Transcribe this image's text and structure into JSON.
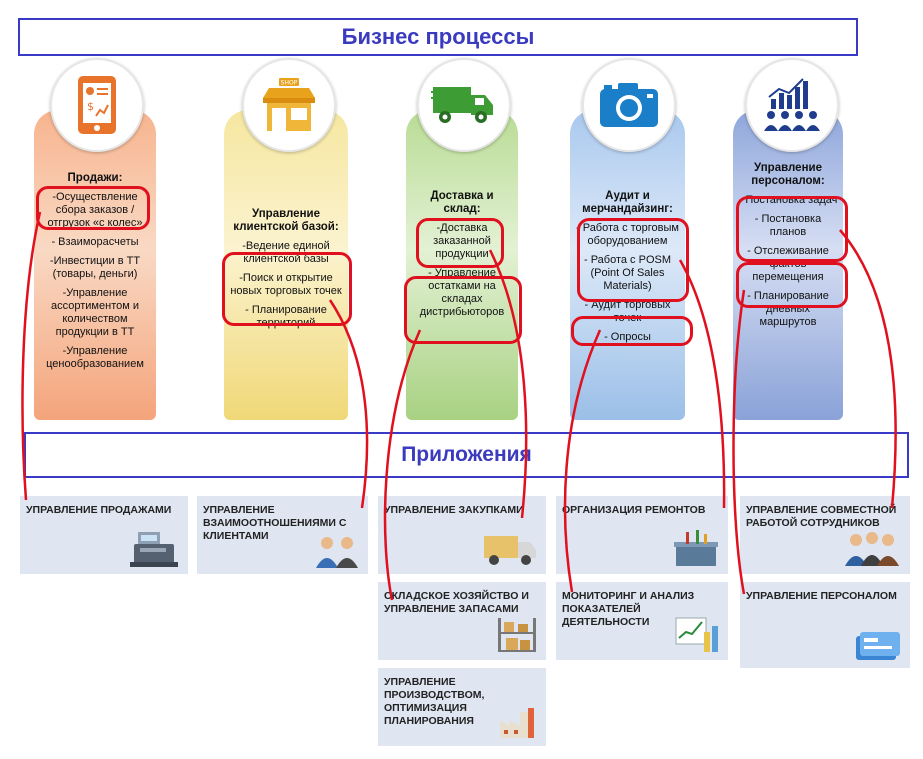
{
  "titles": {
    "business_processes": "Бизнес процессы",
    "applications": "Приложения"
  },
  "columns": {
    "sales": {
      "title": "Продажи:",
      "items": [
        "-Осуществление сбора заказов / отгрузок «с колес»",
        "- Взаиморасчеты",
        "-Инвестиции в ТТ (товары, деньги)",
        "-Управление ассортиментом и количеством продукции в ТТ",
        "-Управление ценообразованием"
      ]
    },
    "clients": {
      "title": "Управление клиентской базой:",
      "items": [
        "-Ведение единой клиентской базы",
        "-Поиск и открытие новых торговых точек",
        "- Планирование территорий"
      ]
    },
    "delivery": {
      "title": "Доставка и склад:",
      "items": [
        "-Доставка заказанной продукции",
        "- Управление остатками на складах дистрибьюторов"
      ]
    },
    "audit": {
      "title": "Аудит и мерчандайзинг:",
      "items": [
        "- Работа с торговым оборудованием",
        "- Работа с POSM (Point Of Sales Materials)",
        "- Аудит торговых точек",
        "- Опросы"
      ]
    },
    "staff": {
      "title": "Управление персоналом:",
      "items": [
        "- Постановка задач",
        "- Постановка планов",
        "- Отслеживание фактов перемещения",
        "- Планирование дневных маршрутов"
      ]
    }
  },
  "apps": {
    "sales": "Управление продажами",
    "crm": "Управление взаимоотношениями с клиентами",
    "purchasing": "Управление закупками",
    "warehouse": "Складское хозяйство и управление запасами",
    "production": "Управление производством, оптимизация планирования",
    "repairs": "Организация ремонтов",
    "monitoring": "Мониторинг и анализ показателей деятельности",
    "collab": "Управление совместной работой сотрудников",
    "hr": "Управление персоналом"
  },
  "icons": {
    "sales": "tablet-report-icon",
    "clients": "shop-icon",
    "delivery": "truck-icon",
    "audit": "camera-icon",
    "staff": "people-growth-chart-icon"
  },
  "colors": {
    "accent_blue": "#3b3bc0",
    "highlight_red": "#e0101e"
  }
}
